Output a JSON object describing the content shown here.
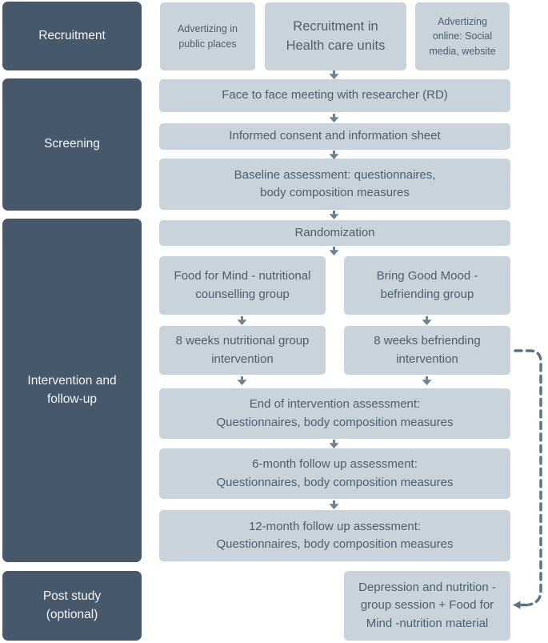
{
  "palette": {
    "dark_box": "#46586a",
    "light_box": "#c9d3dc",
    "light_box_text": "#4d5e6d",
    "dark_box_text": "#f3f5f7",
    "arrow": "#6d8090",
    "dashed_connector": "#5e7485",
    "background": "#ffffff"
  },
  "stages": [
    {
      "label": "Recruitment"
    },
    {
      "label": "Screening"
    },
    {
      "label": "Intervention and\nfollow-up"
    },
    {
      "label": "Post study\n(optional)"
    }
  ],
  "nodes": {
    "advert_public": "Advertizing in\npublic places",
    "recruit_health": "Recruitment in\nHealth care units",
    "advert_online": "Advertizing\nonline: Social\nmedia, website",
    "face_meeting": "Face to face meeting with researcher (RD)",
    "informed_consent": "Informed consent and information sheet",
    "baseline": "Baseline assessment: questionnaires,\nbody composition measures",
    "randomization": "Randomization",
    "arm_nutrition": "Food for Mind - nutritional\ncounselling group",
    "arm_befriending": "Bring Good Mood -\nbefriending group",
    "weeks_nutrition": "8 weeks nutritional group\nintervention",
    "weeks_befriending": "8 weeks befriending\nintervention",
    "end_assessment": "End of intervention assessment:\nQuestionnaires, body composition measures",
    "followup_6": "6-month follow up assessment:\nQuestionnaires, body composition measures",
    "followup_12": "12-month follow up assessment:\nQuestionnaires, body composition measures",
    "post_study": "Depression and nutrition -\ngroup session + Food for\nMind -nutrition material"
  },
  "icons": {
    "flow_arrow": "arrow-down",
    "return_connector": "dashed-arrow-left"
  }
}
